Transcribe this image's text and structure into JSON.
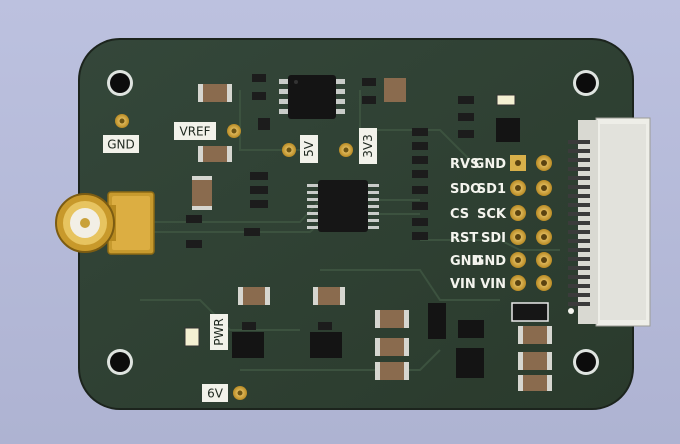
{
  "labels": {
    "gnd_tp": "GND",
    "vref_tp": "VREF",
    "tp_5v": "5V",
    "tp_3v3": "3V3",
    "pwr": "PWR",
    "tp_6v": "6V"
  },
  "header_pins": [
    {
      "left": "RVS",
      "right": "GND"
    },
    {
      "left": "SDO",
      "right": "SD1"
    },
    {
      "left": "CS",
      "right": "SCK"
    },
    {
      "left": "RST",
      "right": "SDI"
    },
    {
      "left": "GND",
      "right": "GND"
    },
    {
      "left": "VIN",
      "right": "VIN"
    }
  ],
  "colors": {
    "board": "#2f4030",
    "board_edge": "#1f2a20",
    "gold": "#d8b04a",
    "mask_text": "#f2f2ea",
    "component_tan": "#8a6b4e"
  }
}
